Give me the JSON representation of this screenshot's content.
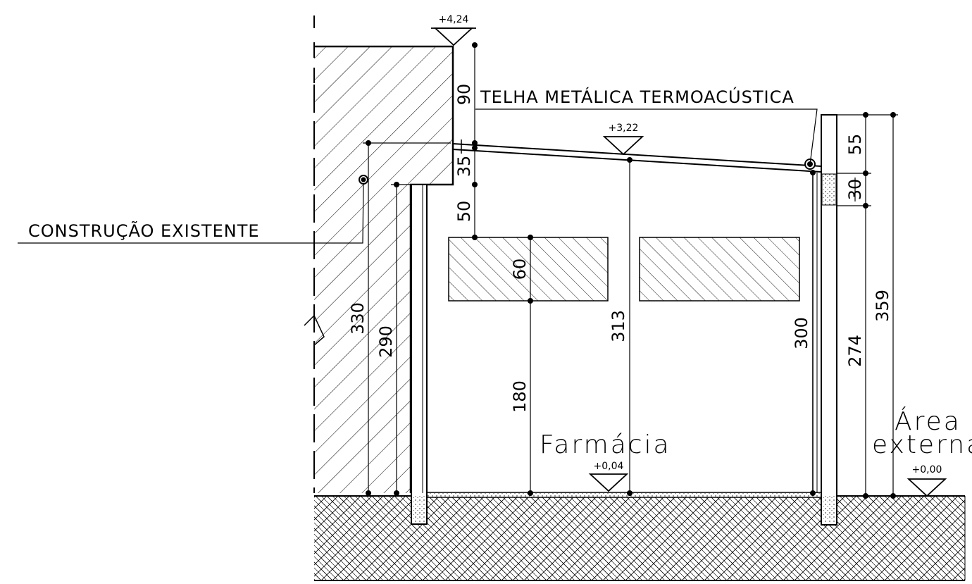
{
  "labels": {
    "roof": "TELHA METÁLICA TERMOACÚSTICA",
    "existing": "CONSTRUÇÃO EXISTENTE",
    "room_main": "Farmácia",
    "room_ext_1": "Área",
    "room_ext_2": "externa"
  },
  "levels": {
    "top": "+4,24",
    "roof": "+3,22",
    "floor_int": "+0,04",
    "floor_ext": "+0,00"
  },
  "dimensions": {
    "d90": "90",
    "d35": "35",
    "d50": "50",
    "d60": "60",
    "d180": "180",
    "d330": "330",
    "d290": "290",
    "d313": "313",
    "d300": "300",
    "d55": "55",
    "d30": "30",
    "d274": "274",
    "d359": "359"
  }
}
